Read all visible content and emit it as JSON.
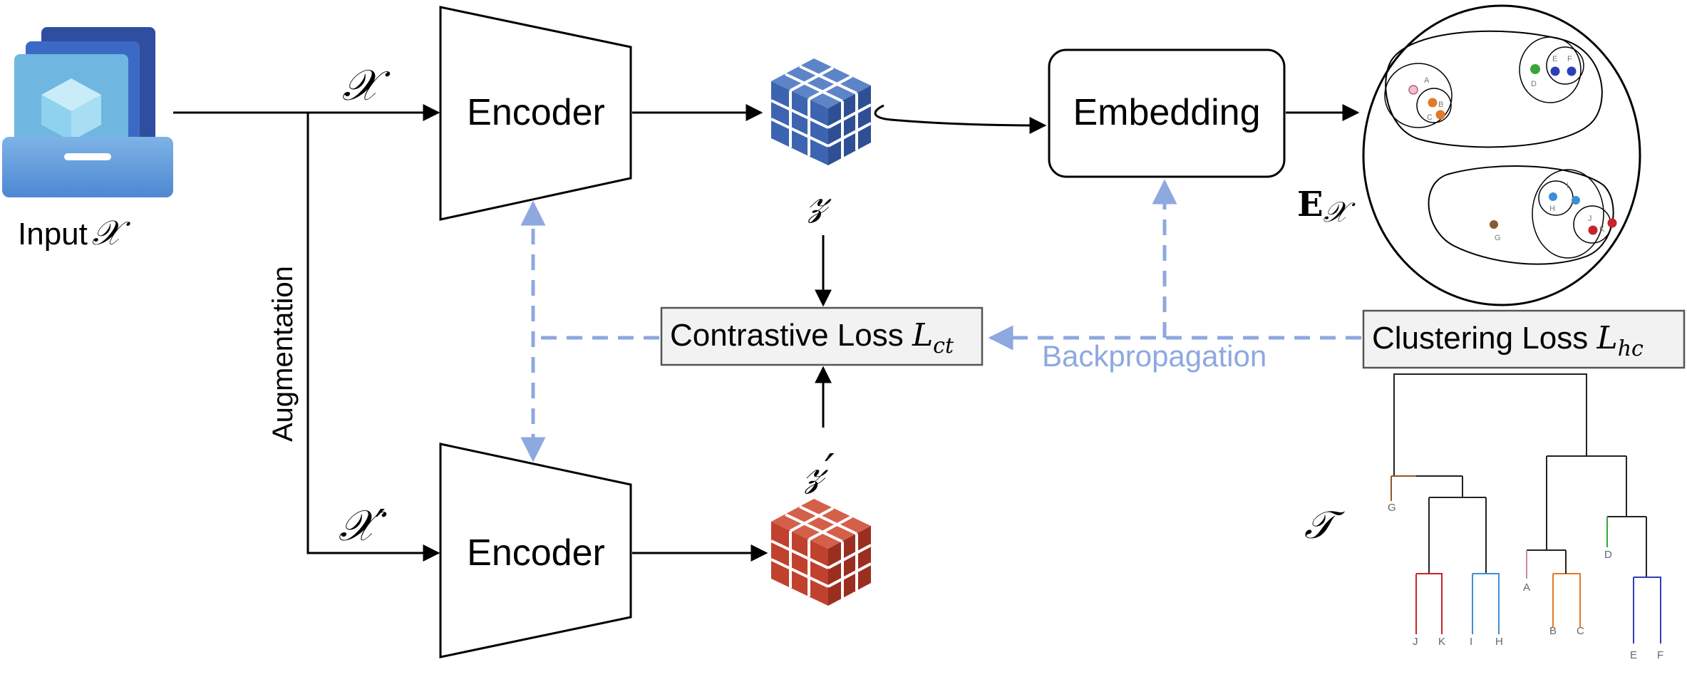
{
  "input": {
    "label": "Input",
    "symbol": "𝒳"
  },
  "branches": {
    "top_input": "𝒳",
    "bottom_input": "𝒳′",
    "augmentation": "Augmentation"
  },
  "encoders": {
    "top": "Encoder",
    "bottom": "Encoder"
  },
  "latents": {
    "top": "𝓏",
    "bottom": "𝓏′"
  },
  "embedding": {
    "label": "Embedding",
    "output_symbol": "E",
    "output_sub": "𝒳"
  },
  "losses": {
    "contrastive": {
      "text": "Contrastive Loss ",
      "symbol": "L",
      "sub": "ct"
    },
    "clustering": {
      "text": "Clustering Loss ",
      "symbol": "L",
      "sub": "hc"
    },
    "backprop": "Backpropagation"
  },
  "tree": {
    "symbol": "𝒯"
  },
  "cluster_points": {
    "A": "A",
    "B": "B",
    "C": "C",
    "D": "D",
    "E": "E",
    "F": "F",
    "G": "G",
    "H": "H",
    "I": "I",
    "J": "J",
    "K": "K"
  },
  "dendrogram_leaves": {
    "G": "G",
    "D": "D",
    "A": "A",
    "J": "J",
    "K": "K",
    "I": "I",
    "H": "H",
    "B": "B",
    "C": "C",
    "E": "E",
    "F": "F"
  },
  "colors": {
    "backprop": "#8ea8e0",
    "encoder_top_cube": "#3d64b0",
    "encoder_bottom_cube": "#c0412e",
    "loss_box_fill": "#f2f2f2",
    "leaf_A": "#c98aa0",
    "leaf_BC": "#e07a2a",
    "leaf_D": "#3aa53a",
    "leaf_EF": "#2d3fb8",
    "leaf_G": "#8a5a2f",
    "leaf_HI": "#3c8fd6",
    "leaf_JK": "#c8232b"
  }
}
